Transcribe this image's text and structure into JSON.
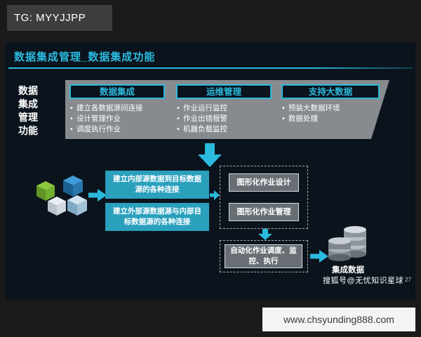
{
  "badge": {
    "label": "TG: MYYJJPP"
  },
  "slide": {
    "title": "数据集成管理_数据集成功能",
    "side_label": {
      "line1": "数据",
      "line2": "集成",
      "line3": "管理",
      "line4": "功能"
    },
    "banner": {
      "columns": [
        {
          "header": "数据集成",
          "items": [
            "建立各数据源间连接",
            "设计管理作业",
            "调度执行作业"
          ]
        },
        {
          "header": "运维管理",
          "items": [
            "作业运行监控",
            "作业出错报警",
            "机器负载监控"
          ]
        },
        {
          "header": "支持大数据",
          "items": [
            "预装大数据环境",
            "数据处理"
          ]
        }
      ]
    },
    "flow": {
      "connection_boxes": [
        "建立内部源数据到目标数据源的各种连接",
        "建立外部源数据源与内部目标数据源的各种连接"
      ],
      "design_box": "图形化作业设计",
      "manage_box": "图形化作业管理",
      "schedule_box": "自动化作业调度、监控、执行",
      "database_label": "集成数据"
    },
    "watermark": "搜狐号@无忧知识星球",
    "page_number": "27"
  },
  "footer": {
    "website": "www.chsyunding888.com"
  },
  "colors": {
    "accent_cyan": "#2bbade",
    "teal_box": "#2aa0bd",
    "banner_gray": "#878b8f",
    "slide_bg": "#0b131c"
  }
}
